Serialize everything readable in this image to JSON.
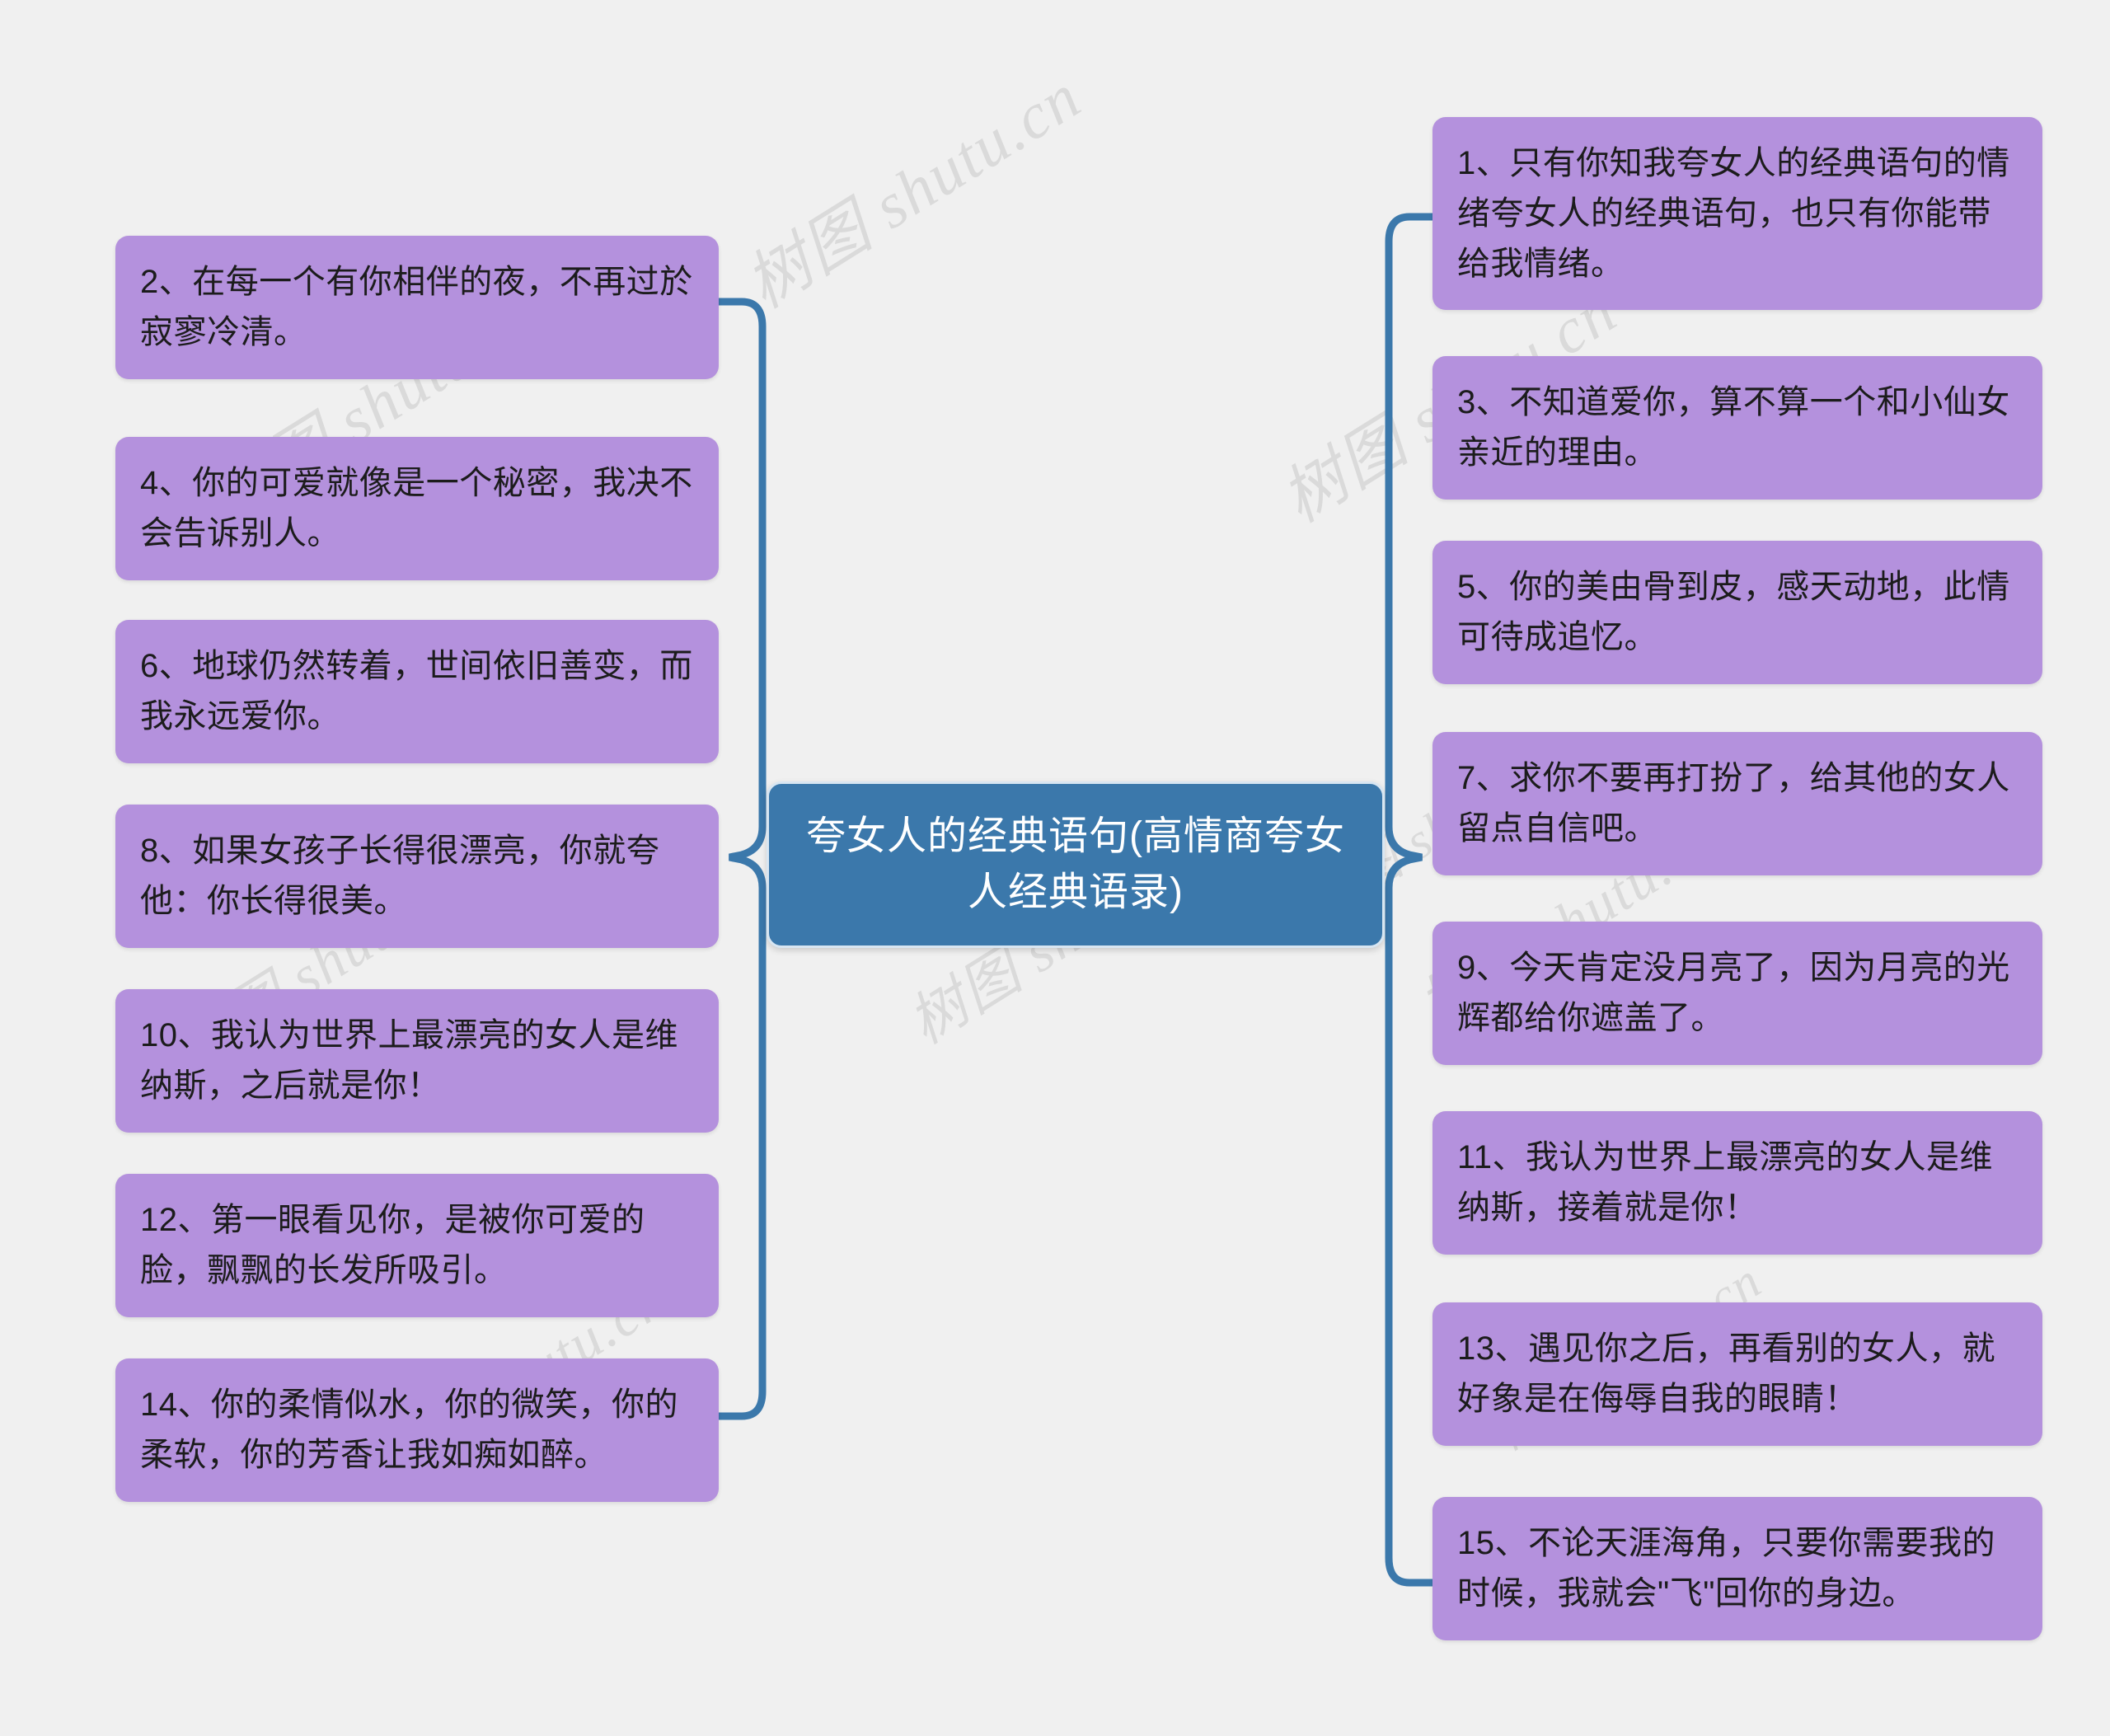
{
  "title": "夸女人的经典语句(高情商夸女人经典语录)",
  "theme": {
    "background": "#f0f0f0",
    "root_fill": "#3b78ab",
    "root_text": "#ffffff",
    "leaf_fill": "#b491dd",
    "leaf_text": "#1c1c1c",
    "connector": "#3b78ab"
  },
  "root": {
    "label": "夸女人的经典语句(高情商夸女人经典语录)"
  },
  "branches": {
    "left": [
      {
        "index": "2",
        "label": "2、在每一个有你相伴的夜，不再过於寂寥冷清。"
      },
      {
        "index": "4",
        "label": "4、你的可爱就像是一个秘密，我决不会告诉别人。"
      },
      {
        "index": "6",
        "label": "6、地球仍然转着，世间依旧善变，而我永远爱你。"
      },
      {
        "index": "8",
        "label": "8、如果女孩子长得很漂亮，你就夸他：你长得很美。"
      },
      {
        "index": "10",
        "label": "10、我认为世界上最漂亮的女人是维纳斯，之后就是你！"
      },
      {
        "index": "12",
        "label": "12、第一眼看见你，是被你可爱的脸，飘飘的长发所吸引。"
      },
      {
        "index": "14",
        "label": "14、你的柔情似水，你的微笑，你的柔软，你的芳香让我如痴如醉。"
      }
    ],
    "right": [
      {
        "index": "1",
        "label": "1、只有你知我夸女人的经典语句的情绪夸女人的经典语句，也只有你能带给我情绪。"
      },
      {
        "index": "3",
        "label": "3、不知道爱你，算不算一个和小仙女亲近的理由。"
      },
      {
        "index": "5",
        "label": "5、你的美由骨到皮，感天动地，此情可待成追忆。"
      },
      {
        "index": "7",
        "label": "7、求你不要再打扮了，给其他的女人留点自信吧。"
      },
      {
        "index": "9",
        "label": "9、今天肯定没月亮了，因为月亮的光辉都给你遮盖了。"
      },
      {
        "index": "11",
        "label": "11、我认为世界上最漂亮的女人是维纳斯，接着就是你！"
      },
      {
        "index": "13",
        "label": "13、遇见你之后，再看别的女人，就好象是在侮辱自我的眼睛！"
      },
      {
        "index": "15",
        "label": "15、不论天涯海角，只要你需要我的时候，我就会\"飞\"回你的身边。"
      }
    ]
  },
  "watermark": {
    "text": "树图 shutu.cn"
  }
}
